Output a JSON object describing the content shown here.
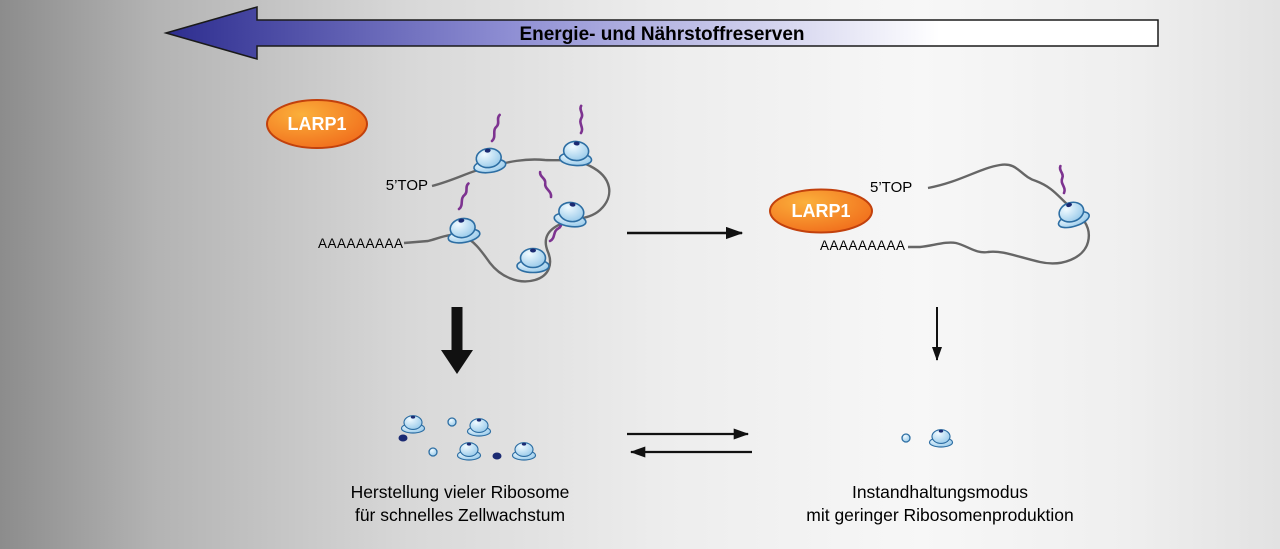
{
  "banner": {
    "label": "Energie- und Nährstoffreserven"
  },
  "left_complex": {
    "larp1_label": "LARP1",
    "five_top_label": "5’TOP",
    "poly_a_label": "AAAAAAAAA"
  },
  "right_complex": {
    "larp1_label": "LARP1",
    "five_top_label": "5’TOP",
    "poly_a_label": "AAAAAAAAA"
  },
  "captions": {
    "left_line1": "Herstellung vieler Ribosome",
    "left_line2": "für schnelles Zellwachstum",
    "right_line1": "Instandhaltungsmodus",
    "right_line2": "mit geringer Ribosomenproduktion"
  },
  "colors": {
    "banner_gradient_start": "#2d2d8f",
    "banner_gradient_mid": "#8f8fd4",
    "banner_gradient_end": "#ffffff",
    "banner_border": "#1a1a1a",
    "banner_text": "#000000",
    "larp1_fill_light": "#fbb03b",
    "larp1_fill_dark": "#ee5a13",
    "larp1_stroke": "#c2410c",
    "larp1_text": "#ffffff",
    "ribosome_fill_light": "#f0faff",
    "ribosome_fill_dark": "#7fbce4",
    "ribosome_stroke": "#2d6ea3",
    "mrna_stroke": "#666666",
    "squiggle_stroke": "#7d3390",
    "dot_navy": "#1b2a72",
    "arrow_black": "#111111",
    "caption_text": "#000000"
  }
}
